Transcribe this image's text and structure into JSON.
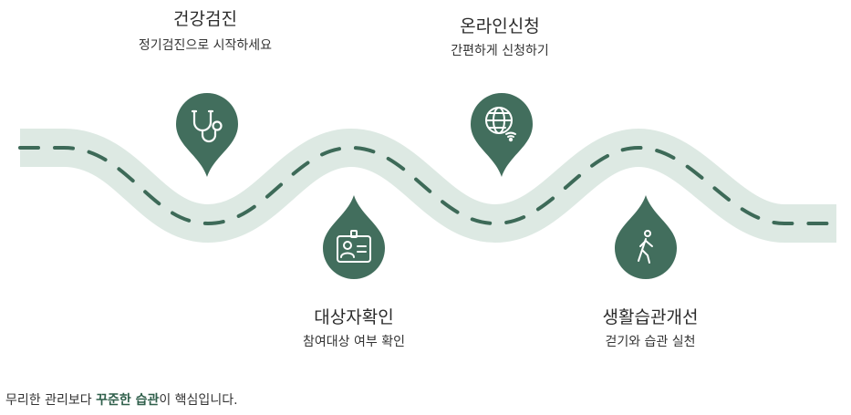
{
  "colors": {
    "road": "#dde9e3",
    "road_edge": "#c9ddd3",
    "dash": "#3d6a58",
    "pin": "#426e5d",
    "icon": "#ffffff",
    "accent_text": "#2f5f4b"
  },
  "steps": [
    {
      "title": "건강검진",
      "desc": "정기검진으로 시작하세요",
      "icon": "stethoscope-icon"
    },
    {
      "title": "대상자확인",
      "desc": "참여대상 여부 확인",
      "icon": "id-badge-icon"
    },
    {
      "title": "온라인신청",
      "desc": "간편하게 신청하기",
      "icon": "globe-wifi-icon"
    },
    {
      "title": "생활습관개선",
      "desc": "걷기와 습관 실천",
      "icon": "walking-person-icon"
    }
  ],
  "footer": {
    "prefix": "무리한 관리보다 ",
    "highlight": "꾸준한 습관",
    "suffix": "이 핵심입니다."
  }
}
